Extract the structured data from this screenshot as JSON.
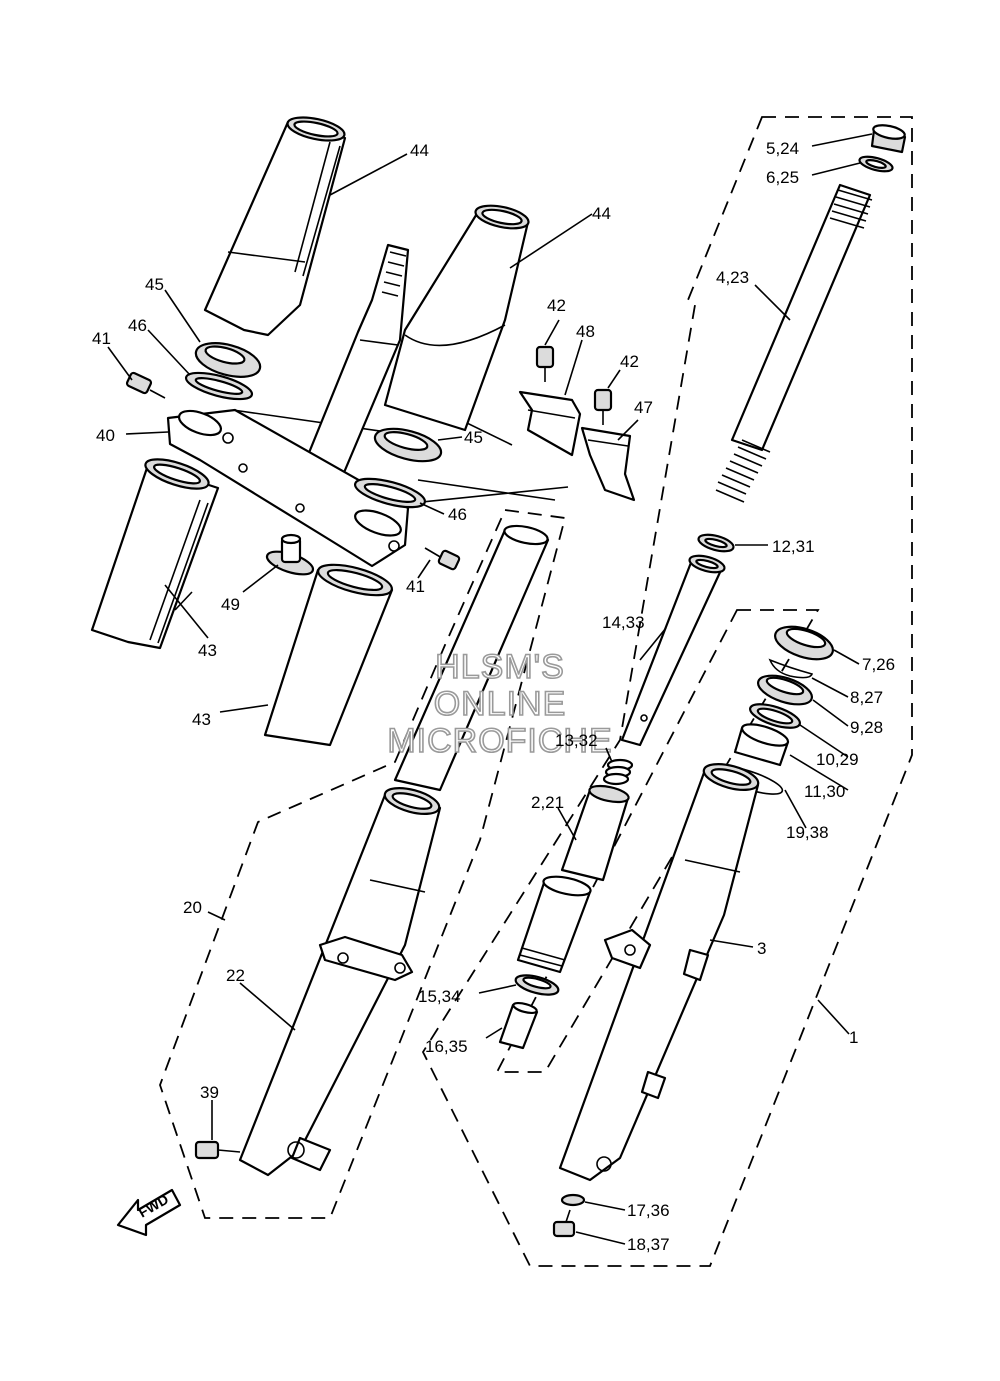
{
  "watermark": [
    "HLSM'S",
    "ONLINE",
    "MICROFICHE"
  ],
  "direction_label": "FWD",
  "callouts": {
    "c1": "1",
    "c2_21": "2,21",
    "c3": "3",
    "c4_23": "4,23",
    "c5_24": "5,24",
    "c6_25": "6,25",
    "c7_26": "7,26",
    "c8_27": "8,27",
    "c9_28": "9,28",
    "c10_29": "10,29",
    "c11_30": "11,30",
    "c12_31": "12,31",
    "c13_32": "13,32",
    "c14_33": "14,33",
    "c15_34": "15,34",
    "c16_35": "16,35",
    "c17_36": "17,36",
    "c18_37": "18,37",
    "c19_38": "19,38",
    "c20": "20",
    "c22": "22",
    "c39": "39",
    "c40": "40",
    "c41a": "41",
    "c41b": "41",
    "c42a": "42",
    "c42b": "42",
    "c43a": "43",
    "c43b": "43",
    "c44a": "44",
    "c44b": "44",
    "c45a": "45",
    "c45b": "45",
    "c46a": "46",
    "c46b": "46",
    "c47": "47",
    "c48": "48",
    "c49": "49"
  }
}
